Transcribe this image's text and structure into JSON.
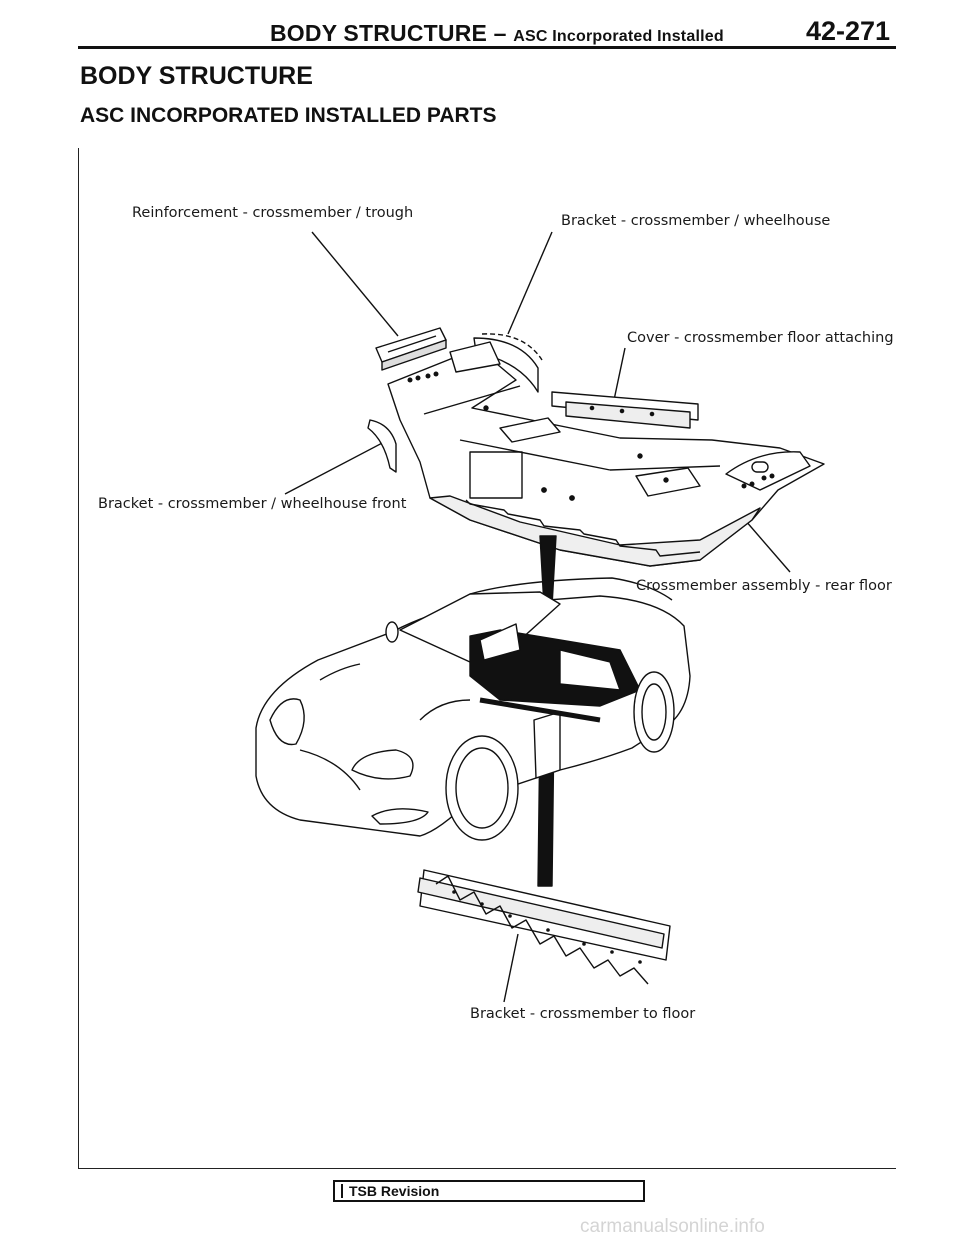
{
  "header": {
    "title": "BODY STRUCTURE – ",
    "subtitle": "ASC Incorporated Installed",
    "page_number": "42-271"
  },
  "section": {
    "title": "BODY STRUCTURE",
    "subtitle": "ASC INCORPORATED INSTALLED PARTS"
  },
  "callouts": [
    "Reinforcement - crossmember / trough",
    "Bracket - crossmember / wheelhouse",
    "Cover - crossmember floor attaching",
    "Bracket - crossmember / wheelhouse front",
    "Crossmember assembly - rear floor",
    "Bracket - crossmember to floor"
  ],
  "footer": {
    "revision_label": "TSB Revision",
    "watermark": "carmanualsonline.info"
  }
}
